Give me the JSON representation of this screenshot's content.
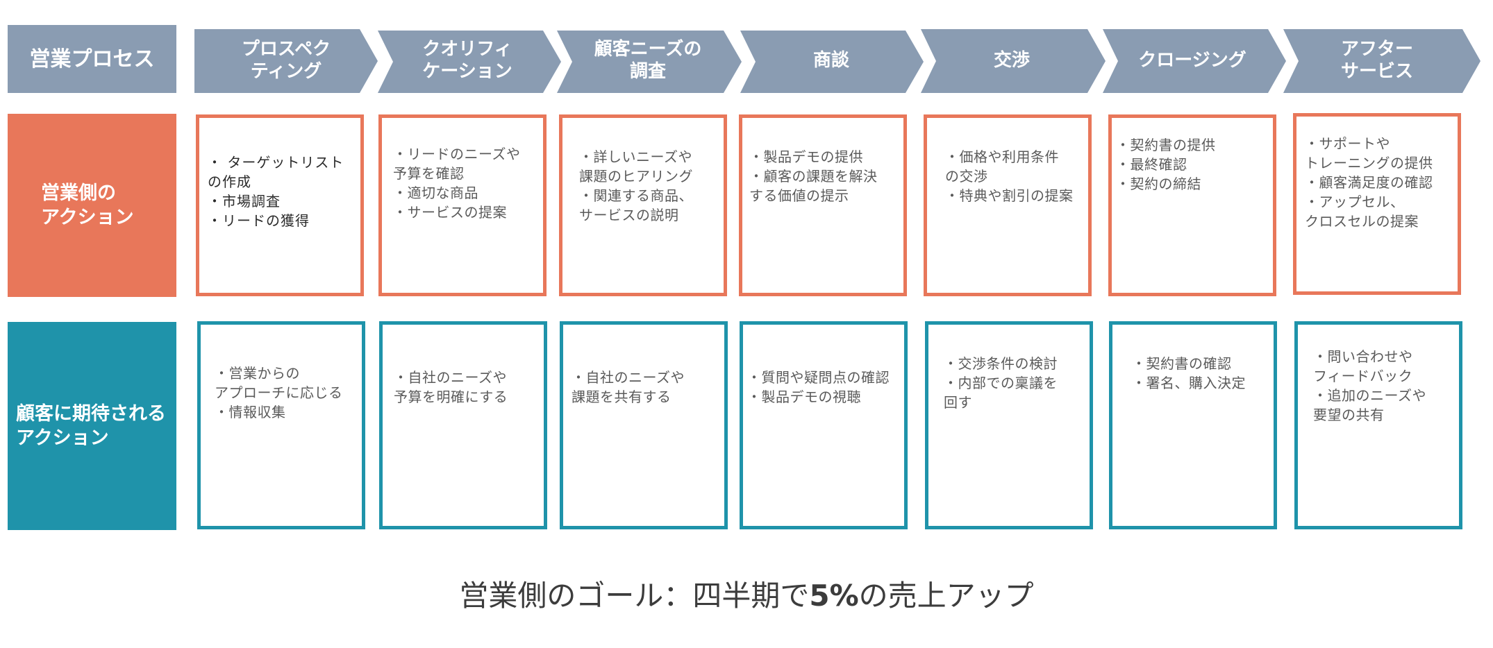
{
  "labels": {
    "process": "営業プロセス",
    "sales": "営業側の\nアクション",
    "customer": "顧客に期待される\nアクション"
  },
  "colors": {
    "process": "#8a9cb2",
    "sales": "#e8775a",
    "customer": "#1f93aa"
  },
  "stages": [
    {
      "title": "プロスペク\nティング",
      "sales": "・ ターゲットリスト\nの作成\n・市場調査\n・リードの獲得",
      "customer": "・営業からの\nアプローチに応じる\n・情報収集"
    },
    {
      "title": "クオリフィ\nケーション",
      "sales": "・リードのニーズや\n予算を確認\n・適切な商品\n・サービスの提案",
      "customer": "・自社のニーズや\n予算を明確にする"
    },
    {
      "title": "顧客ニーズの\n調査",
      "sales": "・詳しいニーズや\n課題のヒアリング\n・関連する商品、\nサービスの説明",
      "customer": "・自社のニーズや\n課題を共有する"
    },
    {
      "title": "商談",
      "sales": "・製品デモの提供\n・顧客の課題を解決\nする価値の提示",
      "customer": "・質問や疑問点の確認\n・製品デモの視聴"
    },
    {
      "title": "交渉",
      "sales": "・価格や利用条件\nの交渉\n・特典や割引の提案",
      "customer": "・交渉条件の検討\n・内部での稟議を\n回す"
    },
    {
      "title": "クロージング",
      "sales": "・契約書の提供\n・最終確認\n・契約の締結",
      "customer": "・契約書の確認\n・署名、購入決定"
    },
    {
      "title": "アフター\nサービス",
      "sales": "・サポートや\nトレーニングの提供\n・顧客満足度の確認\n・アップセル、\nクロスセルの提案",
      "customer": "・問い合わせや\nフィードバック\n・追加のニーズや\n要望の共有"
    }
  ],
  "goal": {
    "prefix": "営業側のゴール：四半期で",
    "percent": "5%",
    "suffix": "の売上アップ"
  }
}
